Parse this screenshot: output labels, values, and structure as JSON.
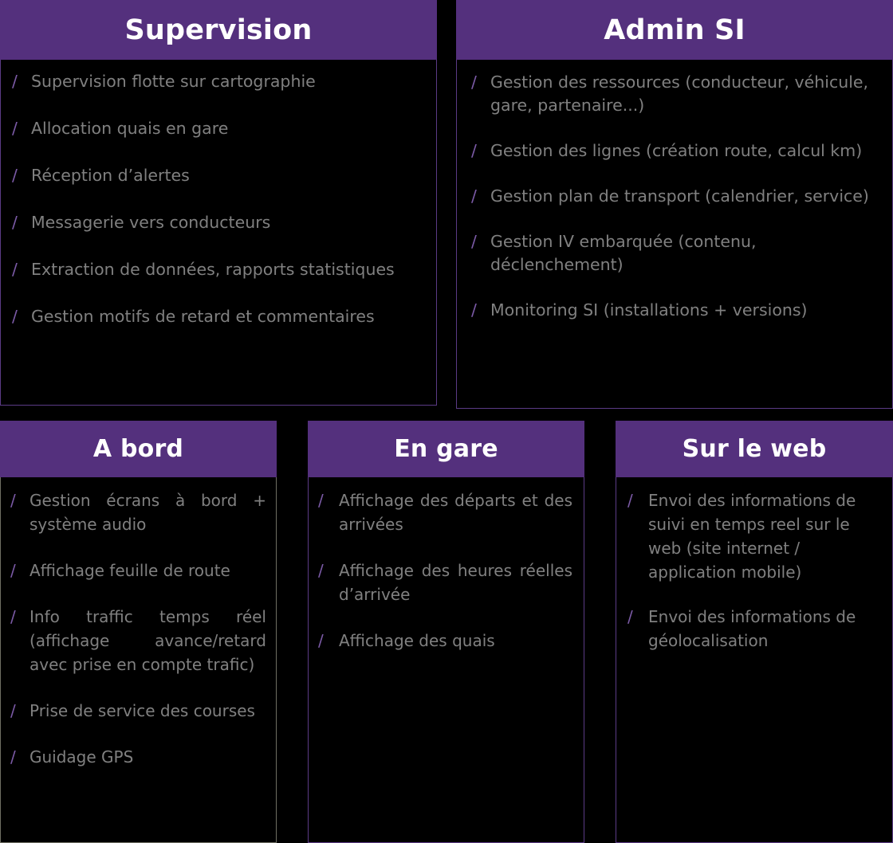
{
  "theme": {
    "background": "#000000",
    "header_purple": "#54307d",
    "header_text": "#ffffff",
    "body_text": "#808080",
    "bullet_color": "#7b5aa6",
    "border_purple": "#5b3b86",
    "border_gray": "#6f6f63"
  },
  "bullet_glyph": "/",
  "panels": [
    {
      "id": "supervision",
      "title": "Supervision",
      "items": [
        "Supervision flotte sur cartographie",
        " Allocation quais en gare",
        "Réception d’alertes",
        "Messagerie vers conducteurs",
        "Extraction de données, rapports statistiques",
        "Gestion motifs de retard et commentaires"
      ]
    },
    {
      "id": "admin",
      "title": "Admin SI",
      "items": [
        "Gestion des ressources (conducteur, véhicule, gare, partenaire...)",
        "Gestion des lignes (création route, calcul km)",
        "Gestion plan de transport (calendrier, service)",
        "Gestion IV embarquée (contenu, déclenchement)",
        "Monitoring SI (installations + versions)"
      ]
    },
    {
      "id": "abord",
      "title": "A bord",
      "items": [
        "Gestion écrans à bord + système audio",
        "Affichage feuille de route",
        "Info traffic temps réel (affichage avance/retard avec prise en compte trafic)",
        "Prise de service des courses",
        "Guidage GPS"
      ]
    },
    {
      "id": "engare",
      "title": "En gare",
      "items": [
        "Affichage des départs et des arrivées",
        "Affichage des heures réelles d’arrivée",
        " Affichage des quais"
      ]
    },
    {
      "id": "web",
      "title": "Sur le web",
      "items": [
        "Envoi des informations de suivi en temps reel sur le web (site internet / application mobile)",
        "Envoi des informations de géolocalisation"
      ]
    }
  ]
}
